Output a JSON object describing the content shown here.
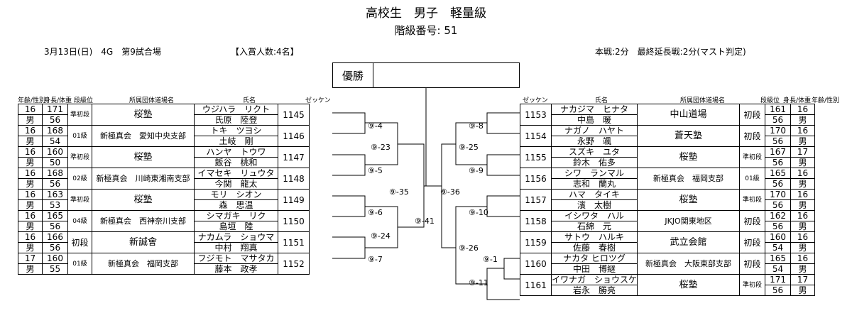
{
  "header": {
    "title": "高校生　男子　軽量級",
    "subtitle": "階級番号: 51",
    "date_info": "3月13日(日)　4G　第9試合場",
    "prize_info": "【入賞人数:4名】",
    "rules_info": "本戦:2分　最終延長戦:2分(マスト判定)"
  },
  "winner_box": {
    "label": "優勝",
    "value": ""
  },
  "columns": {
    "left": {
      "age_sex": "年齢/性別",
      "height_weight": "身長/体重",
      "rank": "段級位",
      "affiliation": "所属団体道場名",
      "name": "氏名",
      "bib": "ゼッケン"
    },
    "right": {
      "bib": "ゼッケン",
      "name": "氏名",
      "affiliation": "所属団体道場名",
      "rank": "段級位",
      "height_weight": "身長/体重",
      "age_sex": "年齢/性別"
    }
  },
  "left_players": [
    {
      "age": "16",
      "sex": "男",
      "height": "171",
      "weight": "56",
      "rank": "準初段",
      "team": "桜塾",
      "kana": "ウジハラ　リクト",
      "kanji": "氏原　陸登",
      "bib": "1145"
    },
    {
      "age": "16",
      "sex": "男",
      "height": "168",
      "weight": "54",
      "rank": "01級",
      "team": "新極真会　愛知中央支部",
      "kana": "トキ　ツヨシ",
      "kanji": "土岐　剛",
      "bib": "1146"
    },
    {
      "age": "16",
      "sex": "男",
      "height": "160",
      "weight": "50",
      "rank": "準初段",
      "team": "桜塾",
      "kana": "ハンヤ　トウワ",
      "kanji": "飯谷　桃和",
      "bib": "1147"
    },
    {
      "age": "16",
      "sex": "男",
      "height": "168",
      "weight": "56",
      "rank": "02級",
      "team": "新極真会　川崎東湘南支部",
      "kana": "イマセキ　リュウタ",
      "kanji": "今関　龍太",
      "bib": "1148"
    },
    {
      "age": "16",
      "sex": "男",
      "height": "163",
      "weight": "53",
      "rank": "準初段",
      "team": "桜塾",
      "kana": "モリ　シオン",
      "kanji": "森　思温",
      "bib": "1149"
    },
    {
      "age": "16",
      "sex": "男",
      "height": "165",
      "weight": "56",
      "rank": "04級",
      "team": "新極真会　西神奈川支部",
      "kana": "シマガキ　リク",
      "kanji": "島垣　陸",
      "bib": "1150"
    },
    {
      "age": "16",
      "sex": "男",
      "height": "166",
      "weight": "56",
      "rank": "初段",
      "team": "新誠會",
      "kana": "ナカムラ　ショウマ",
      "kanji": "中村　翔真",
      "bib": "1151"
    },
    {
      "age": "17",
      "sex": "男",
      "height": "160",
      "weight": "55",
      "rank": "01級",
      "team": "新極真会　福岡支部",
      "kana": "フジモト　マサタカ",
      "kanji": "藤本　政孝",
      "bib": "1152"
    }
  ],
  "right_players": [
    {
      "bib": "1153",
      "kana": "ナカジマ　ヒナタ",
      "kanji": "中島　暖",
      "team": "中山道場",
      "rank": "初段",
      "height": "161",
      "weight": "56",
      "age": "16",
      "sex": "男"
    },
    {
      "bib": "1154",
      "kana": "ナガノ　ハヤト",
      "kanji": "永野　颯",
      "team": "蒼天塾",
      "rank": "初段",
      "height": "170",
      "weight": "56",
      "age": "16",
      "sex": "男"
    },
    {
      "bib": "1155",
      "kana": "スズキ　ユタ",
      "kanji": "鈴木　佑多",
      "team": "桜塾",
      "rank": "準初段",
      "height": "167",
      "weight": "56",
      "age": "17",
      "sex": "男"
    },
    {
      "bib": "1156",
      "kana": "シワ　ランマル",
      "kanji": "志和　蘭丸",
      "team": "新極真会　福岡支部",
      "rank": "01級",
      "height": "165",
      "weight": "56",
      "age": "16",
      "sex": "男"
    },
    {
      "bib": "1157",
      "kana": "ハマ　タイキ",
      "kanji": "濱　太樹",
      "team": "桜塾",
      "rank": "準初段",
      "height": "170",
      "weight": "56",
      "age": "16",
      "sex": "男"
    },
    {
      "bib": "1158",
      "kana": "イシワタ　ハル",
      "kanji": "石綿　元",
      "team": "JKJO関東地区",
      "rank": "初段",
      "height": "162",
      "weight": "56",
      "age": "16",
      "sex": "男"
    },
    {
      "bib": "1159",
      "kana": "サトウ　ハルキ",
      "kanji": "佐藤　春樹",
      "team": "武立会館",
      "rank": "初段",
      "height": "160",
      "weight": "54",
      "age": "16",
      "sex": "男"
    },
    {
      "bib": "1160",
      "kana": "ナカタ ヒロツグ",
      "kanji": "中田　博継",
      "team": "新極真会　大阪東部支部",
      "rank": "初段",
      "height": "165",
      "weight": "54",
      "age": "16",
      "sex": "男"
    },
    {
      "bib": "1161",
      "kana": "イワナガ　ショウスケ",
      "kanji": "岩永　勝亮",
      "team": "桜塾",
      "rank": "準初段",
      "height": "171",
      "weight": "56",
      "age": "17",
      "sex": "男"
    }
  ],
  "matches": {
    "m1": "⑨-1",
    "m4": "⑨-4",
    "m5": "⑨-5",
    "m6": "⑨-6",
    "m7": "⑨-7",
    "m8": "⑨-8",
    "m9": "⑨-9",
    "m10": "⑨-10",
    "m11": "⑨-11",
    "m23": "⑨-23",
    "m24": "⑨-24",
    "m25": "⑨-25",
    "m26": "⑨-26",
    "m35": "⑨-35",
    "m36": "⑨-36",
    "m41": "⑨-41"
  }
}
